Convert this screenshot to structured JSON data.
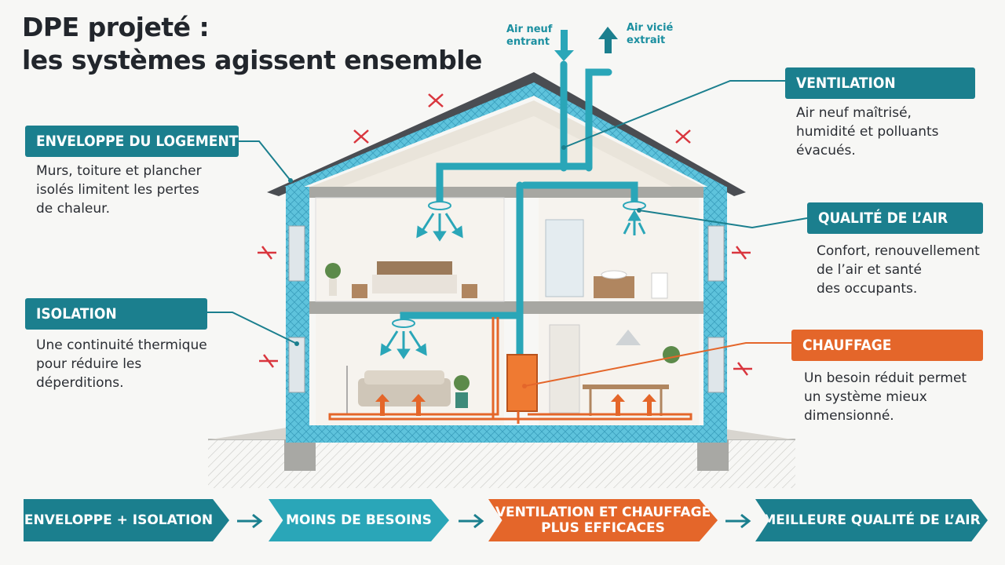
{
  "title": {
    "line1": "DPE projeté :",
    "line2": "les systèmes agissent ensemble"
  },
  "air": {
    "in_line1": "Air neuf",
    "in_line2": "entrant",
    "out_line1": "Air vicié",
    "out_line2": "extrait"
  },
  "callouts": {
    "enveloppe": {
      "label": "ENVELOPPE DU LOGEMENT",
      "lines": [
        "Murs, toiture et plancher",
        "isolés limitent les pertes",
        "de chaleur."
      ]
    },
    "isolation": {
      "label": "ISOLATION",
      "lines": [
        "Une continuité thermique",
        "pour réduire les",
        "déperditions."
      ]
    },
    "ventilation": {
      "label": "VENTILATION",
      "lines": [
        "Air neuf maîtrisé,",
        "humidité et polluants",
        "évacués."
      ]
    },
    "qualite": {
      "label": "QUALITÉ DE L’AIR",
      "lines": [
        "Confort, renouvellement",
        "de l’air et santé",
        "des occupants."
      ]
    },
    "chauffage": {
      "label": "CHAUFFAGE",
      "lines": [
        "Un besoin réduit permet",
        "un système mieux",
        "dimensionné."
      ]
    }
  },
  "flow": {
    "step1": "ENVELOPPE + ISOLATION",
    "step2": "MOINS DE BESOINS",
    "step3_line1": "VENTILATION ET CHAUFFAGE",
    "step3_line2": "PLUS EFFICACES",
    "step4": "MEILLEURE QUALITÉ DE L’AIR"
  },
  "colors": {
    "teal": "#1b7f8e",
    "light_teal": "#2aa6b8",
    "orange": "#e4662a",
    "insulation": "#5ec3dc",
    "heat_loss": "#d9363e"
  },
  "icons": [
    "fresh-air-arrow-icon",
    "stale-air-arrow-icon",
    "heat-loss-icon",
    "ceiling-vent-icon",
    "heat-arrow-icon",
    "flow-arrow-icon"
  ]
}
